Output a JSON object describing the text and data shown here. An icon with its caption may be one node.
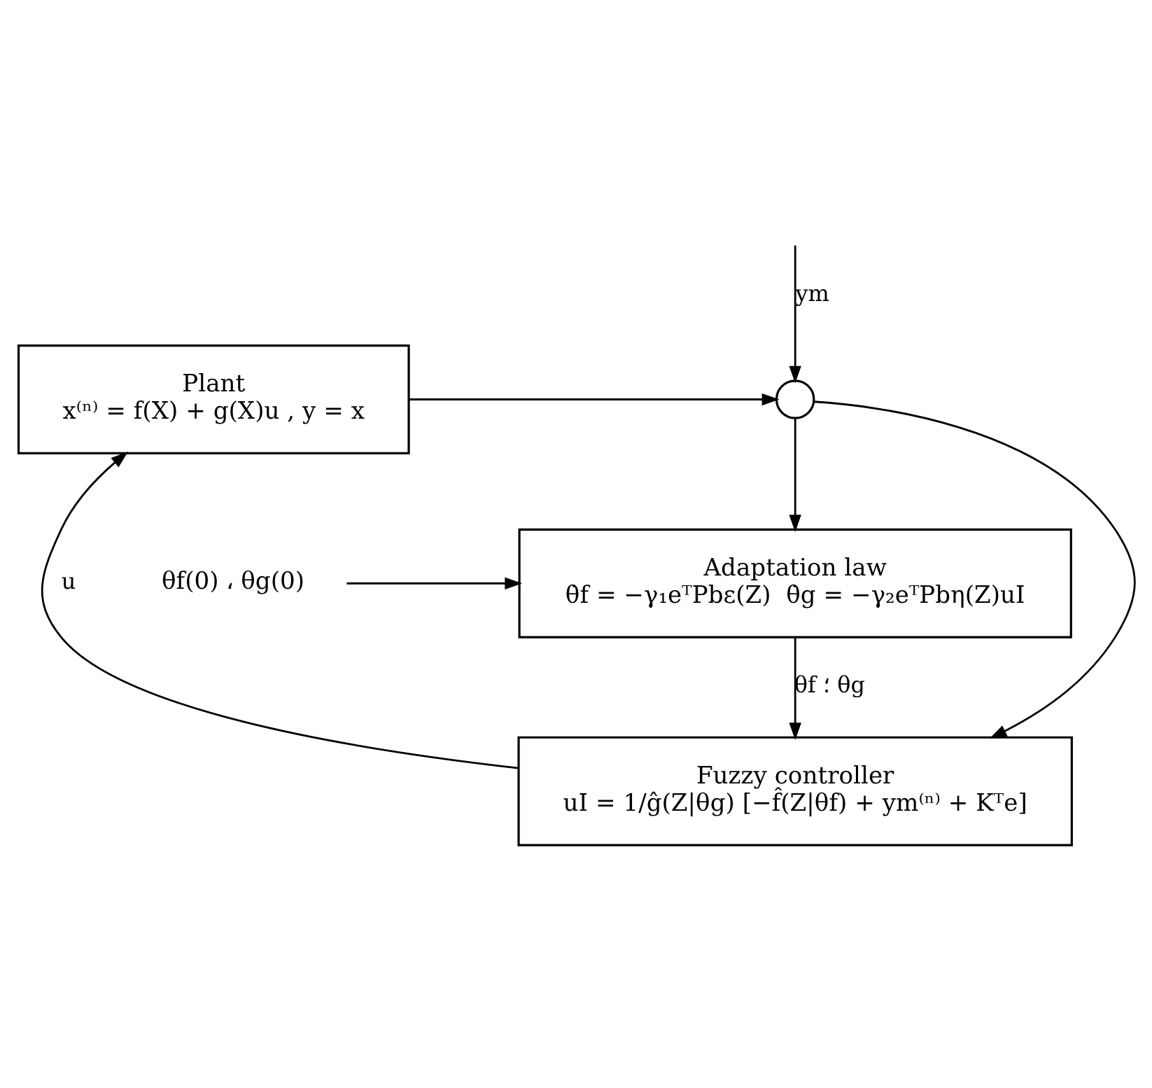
{
  "diagram": {
    "nodes": [
      {
        "text": [
          "Plant",
          "x⁽ⁿ⁾ = f(X) + g(X)u , y = x"
        ]
      },
      {
        "text": [
          "Fuzzy controller",
          "uI = 1/ĝ(Z|θg) [−f̂(Z|θf) + ym⁽ⁿ⁾ + Kᵀe]"
        ]
      },
      {
        "text": [],
        "shape": "circle"
      },
      {
        "text": [
          "θf(0) ، θg(0)"
        ]
      },
      {
        "text": [
          "Adaptation law",
          "θ̇f = −γ₁eᵀPbε(Z)  θ̇g = −γ₂eᵀPbη(Z)uI"
        ]
      }
    ],
    "edges": [
      {
        "from": 1,
        "to": 0,
        "arrow": "to",
        "label": "u"
      },
      {
        "from": null,
        "to": 2,
        "arrow": "to",
        "label": "ym"
      },
      {
        "from": 0,
        "to": 2,
        "arrow": "to"
      },
      {
        "from": 2,
        "to": 1,
        "arrow": "to"
      },
      {
        "from": 2,
        "to": 4,
        "arrow": "to"
      },
      {
        "from": 4,
        "to": 1,
        "arrow": "to",
        "label": "θf ؛ θg"
      },
      {
        "from": 3,
        "to": 4,
        "arrow": "to"
      }
    ]
  }
}
